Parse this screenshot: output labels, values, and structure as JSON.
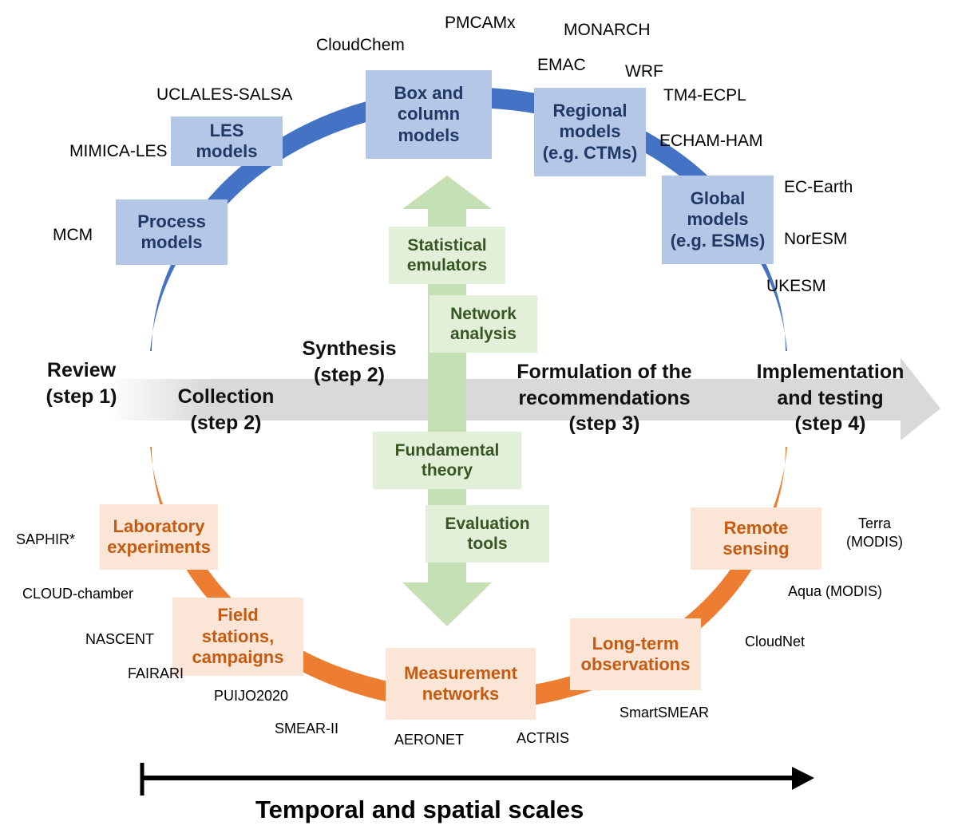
{
  "colors": {
    "model_ring": "#4472c4",
    "model_box": "#b4c7e7",
    "model_text": "#1f3864",
    "obs_ring": "#ed7d31",
    "obs_box": "#fbe5d6",
    "obs_text": "#c55a11",
    "method_arrow": "#c5e0b4",
    "method_box": "#e2f0d9",
    "method_text": "#375623",
    "process_arrow": "#d9d9d9"
  },
  "model_boxes": [
    {
      "line1": "Process",
      "line2": "models",
      "line3": ""
    },
    {
      "line1": "LES",
      "line2": "models",
      "line3": ""
    },
    {
      "line1": "Box and",
      "line2": "column",
      "line3": "models"
    },
    {
      "line1": "Regional",
      "line2": "models",
      "line3": "(e.g. CTMs)"
    },
    {
      "line1": "Global",
      "line2": "models",
      "line3": "(e.g. ESMs)"
    }
  ],
  "model_names": {
    "mcm": "MCM",
    "mimica": "MIMICA-LES",
    "uclales": "UCLALES-SALSA",
    "cloudchem": "CloudChem",
    "pmcamx": "PMCAMx",
    "monarch": "MONARCH",
    "emac": "EMAC",
    "wrf": "WRF",
    "tm4": "TM4-ECPL",
    "echam": "ECHAM-HAM",
    "ecearth": "EC-Earth",
    "noresm": "NorESM",
    "ukesm": "UKESM"
  },
  "method_boxes": [
    {
      "line1": "Statistical",
      "line2": "emulators"
    },
    {
      "line1": "Network",
      "line2": "analysis"
    },
    {
      "line1": "Fundamental",
      "line2": "theory"
    },
    {
      "line1": "Evaluation",
      "line2": "tools"
    }
  ],
  "steps": {
    "review": {
      "line1": "Review",
      "line2": "(step 1)"
    },
    "collection": {
      "line1": "Collection",
      "line2": "(step 2)"
    },
    "synthesis": {
      "line1": "Synthesis",
      "line2": "(step 2)"
    },
    "formulation": {
      "line1": "Formulation of the",
      "line2": "recommendations",
      "line3": "(step 3)"
    },
    "implementation": {
      "line1": "Implementation",
      "line2": "and testing",
      "line3": "(step 4)"
    }
  },
  "obs_boxes": [
    {
      "line1": "Laboratory",
      "line2": "experiments",
      "line3": ""
    },
    {
      "line1": "Field",
      "line2": "stations,",
      "line3": "campaigns"
    },
    {
      "line1": "Measurement",
      "line2": "networks",
      "line3": ""
    },
    {
      "line1": "Long-term",
      "line2": "observations",
      "line3": ""
    },
    {
      "line1": "Remote",
      "line2": "sensing",
      "line3": ""
    }
  ],
  "obs_names": {
    "saphir": "SAPHIR*",
    "cloud": "CLOUD-chamber",
    "nascent": "NASCENT",
    "fairari": "FAIRARI",
    "puijo": "PUIJO2020",
    "smear2": "SMEAR-II",
    "aeronet": "AERONET",
    "actris": "ACTRIS",
    "smartsmear": "SmartSMEAR",
    "cloudnet": "CloudNet",
    "aqua": "Aqua (MODIS)",
    "terra_line1": "Terra",
    "terra_line2": "(MODIS)"
  },
  "scale_axis": {
    "label": "Temporal and spatial scales"
  }
}
